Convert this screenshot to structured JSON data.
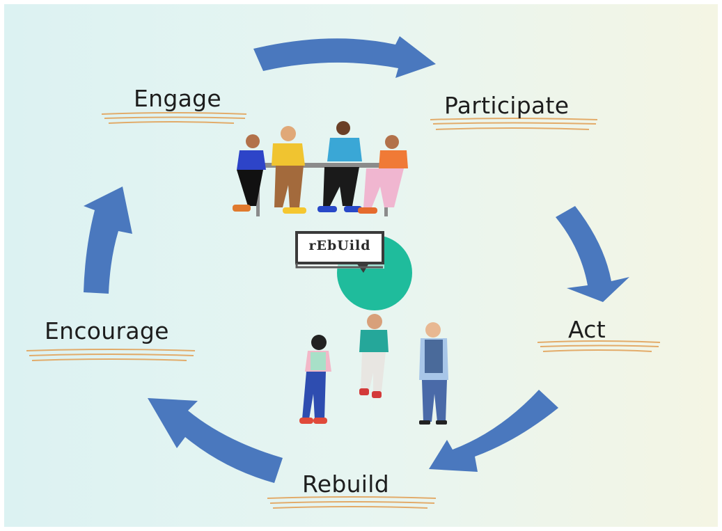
{
  "diagram": {
    "stages": [
      {
        "id": "engage",
        "label": "Engage"
      },
      {
        "id": "participate",
        "label": "Participate"
      },
      {
        "id": "act",
        "label": "Act"
      },
      {
        "id": "rebuild",
        "label": "Rebuild"
      },
      {
        "id": "encourage",
        "label": "Encourage"
      }
    ],
    "logo_text": "rEbUild",
    "colors": {
      "arrow": "#4a78be",
      "underline": "#e2a45c",
      "logo_dot": "#1fbc9c",
      "logo_box": "#3a3a3a",
      "text": "#1d1d1d"
    }
  }
}
